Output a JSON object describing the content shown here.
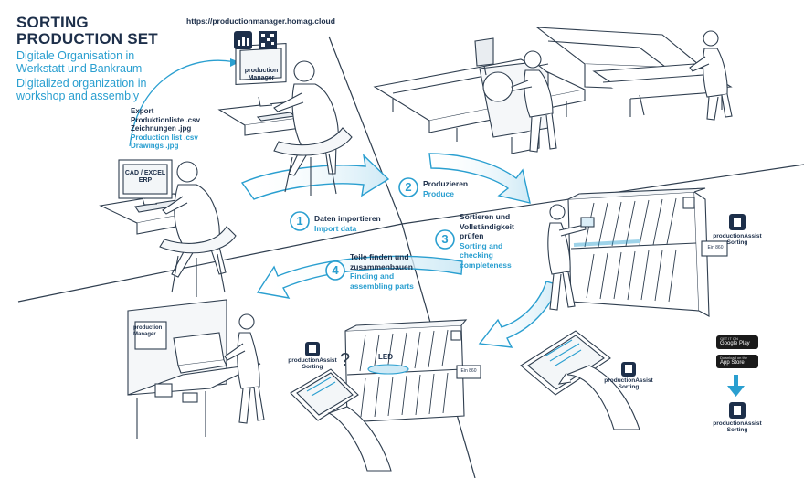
{
  "header": {
    "title_line1": "SORTING",
    "title_line2": "PRODUCTION SET",
    "subtitle_de_1": "Digitale Organisation in",
    "subtitle_de_2": "Werkstatt und Bankraum",
    "subtitle_en_1": "Digitalized organization in",
    "subtitle_en_2": "workshop and assembly",
    "url": "https://productionmanager.homag.cloud"
  },
  "export": {
    "title": "Export",
    "lines_de": [
      "Produktionliste .csv",
      "Zeichnungen .jpg"
    ],
    "lines_en": [
      "Production list .csv",
      "Drawings .jpg"
    ]
  },
  "screens": {
    "pm_line1": "production",
    "pm_line2": "Manager",
    "cad_line1": "CAD / EXCEL",
    "cad_line2": "ERP",
    "wall_line1": "production",
    "wall_line2": "Manager",
    "tablet_small": "Ein 860"
  },
  "steps": [
    {
      "number": "1",
      "de": [
        "Daten importieren"
      ],
      "en": [
        "Import data"
      ]
    },
    {
      "number": "2",
      "de": [
        "Produzieren"
      ],
      "en": [
        "Produce"
      ]
    },
    {
      "number": "3",
      "de": [
        "Sortieren und",
        "Vollständigkeit",
        "prüfen"
      ],
      "en": [
        "Sorting and",
        "checking",
        "completeness"
      ]
    },
    {
      "number": "4",
      "de": [
        "Teile finden und",
        "zusammenbauen"
      ],
      "en": [
        "Finding and",
        "assembling parts"
      ]
    }
  ],
  "labels": {
    "led": "LED",
    "shelf_tag": "Ein 860"
  },
  "app": {
    "name_line1": "productionAssist",
    "name_line2": "Sorting",
    "google_play_small": "GET IT ON",
    "google_play": "Google Play",
    "app_store_small": "Download on the",
    "app_store": "App Store"
  },
  "colors": {
    "dark": "#1d2f4a",
    "accent": "#2a9fd0",
    "line": "#2f3e4f"
  }
}
